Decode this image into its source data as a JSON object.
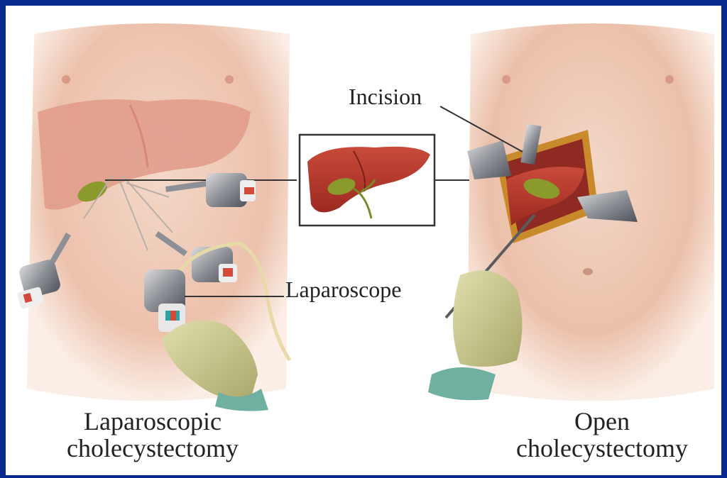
{
  "labels": {
    "incision": "Incision",
    "laparoscope": "Laparoscope"
  },
  "captions": {
    "left": [
      "Laparoscopic",
      "cholecystectomy"
    ],
    "right": [
      "Open",
      "cholecystectomy"
    ]
  },
  "colors": {
    "frame": "#0a2a8f",
    "skin": "#efc7b3",
    "liver": "#b9382b",
    "gallbladder": "#8a9a2c",
    "glove": "#c9c98e",
    "instrument": "#6c6e73"
  },
  "icons": [
    "torso-illustration",
    "liver-icon",
    "gallbladder-icon",
    "trocar-icon",
    "glove-hand-icon",
    "retractor-icon"
  ]
}
